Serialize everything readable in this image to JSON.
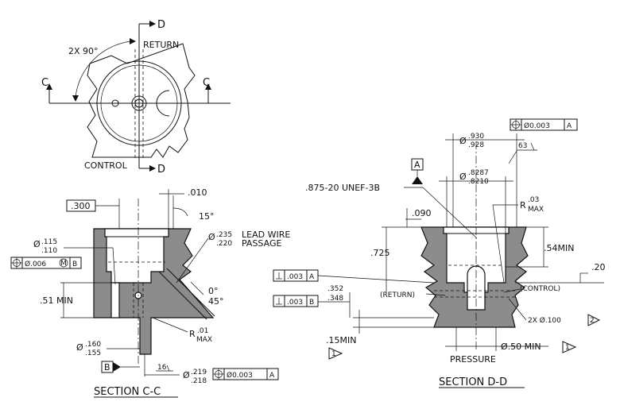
{
  "top_view": {
    "angle_note": "2X 90°",
    "return_label": "RETURN",
    "control_label": "CONTROL",
    "section_letter_c": "C",
    "section_letter_d": "D"
  },
  "section_cc": {
    "dim_300": ".300",
    "dim_010": ".010",
    "angle_15": "15°",
    "dia_prefix": "Ø",
    "dia_115": ".115",
    "dia_110": ".110",
    "pos_tol_006": "Ø.006",
    "mmc_symbol": "M",
    "datum_b_ref": "B",
    "lead_wire_235": ".235",
    "lead_wire_220": ".220",
    "lead_wire_text": "LEAD WIRE",
    "passage_text": "PASSAGE",
    "angle_0": "0°",
    "angle_45": "45°",
    "dim_51_min": ".51 MIN",
    "radius_r": "R",
    "radius_01": ".01",
    "radius_max": "MAX",
    "dia_160": ".160",
    "dia_155": ".155",
    "datum_b": "B",
    "finish_16": "16",
    "dia_219": ".219",
    "dia_218": ".218",
    "pos_tol_003": "Ø0.003",
    "datum_a_ref": "A",
    "section_title": "SECTION C-C"
  },
  "section_dd": {
    "dia_930": ".930",
    "dia_928": ".928",
    "pos_tol_003": "Ø0.003",
    "datum_a_ref": "A",
    "finish_63": "63",
    "datum_a": "A",
    "dia_8287": ".8287",
    "dia_8210": ".8210",
    "thread_note": ".875-20 UNEF-3B",
    "radius_r": "R",
    "radius_03": ".03",
    "radius_max": "MAX",
    "dim_090": ".090",
    "dim_725": ".725",
    "dim_54_min": ".54MIN",
    "dim_20": ".20",
    "perp_tol_a": ".003",
    "perp_datum_a": "A",
    "perp_tol_b": ".003",
    "perp_datum_b": "B",
    "dim_352": ".352",
    "dim_348": ".348",
    "return_label": "(RETURN)",
    "control_label": "(CONTROL)",
    "dia_100_note": "2X Ø.100",
    "flag_2": "2",
    "dim_15_min": ".15MIN",
    "flag_1a": "1",
    "pressure_label": "PRESSURE",
    "dia_50_min": "Ø.50 MIN",
    "flag_1b": "1",
    "section_title": "SECTION D-D"
  }
}
